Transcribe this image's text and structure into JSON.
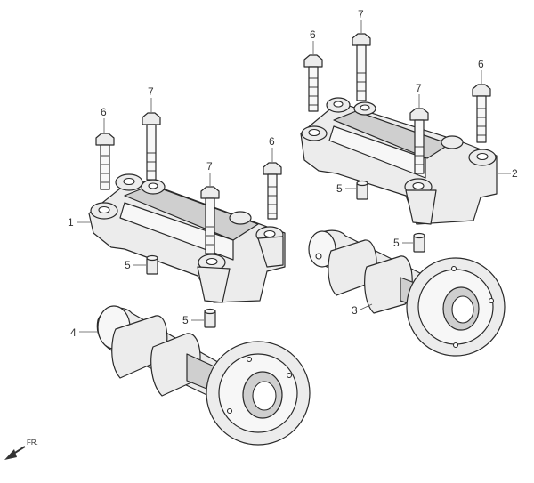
{
  "diagram": {
    "callouts": {
      "holder_left": "1",
      "holder_right": "2",
      "camshaft_right": "3",
      "camshaft_left": "4",
      "pin_a": "5",
      "pin_b": "5",
      "pin_c": "5",
      "pin_d": "5",
      "bolt_short_a": "6",
      "bolt_short_b": "6",
      "bolt_short_c": "6",
      "bolt_short_d": "6",
      "bolt_long_a": "7",
      "bolt_long_b": "7",
      "bolt_long_c": "7",
      "bolt_long_d": "7"
    },
    "front_label": "FR."
  }
}
